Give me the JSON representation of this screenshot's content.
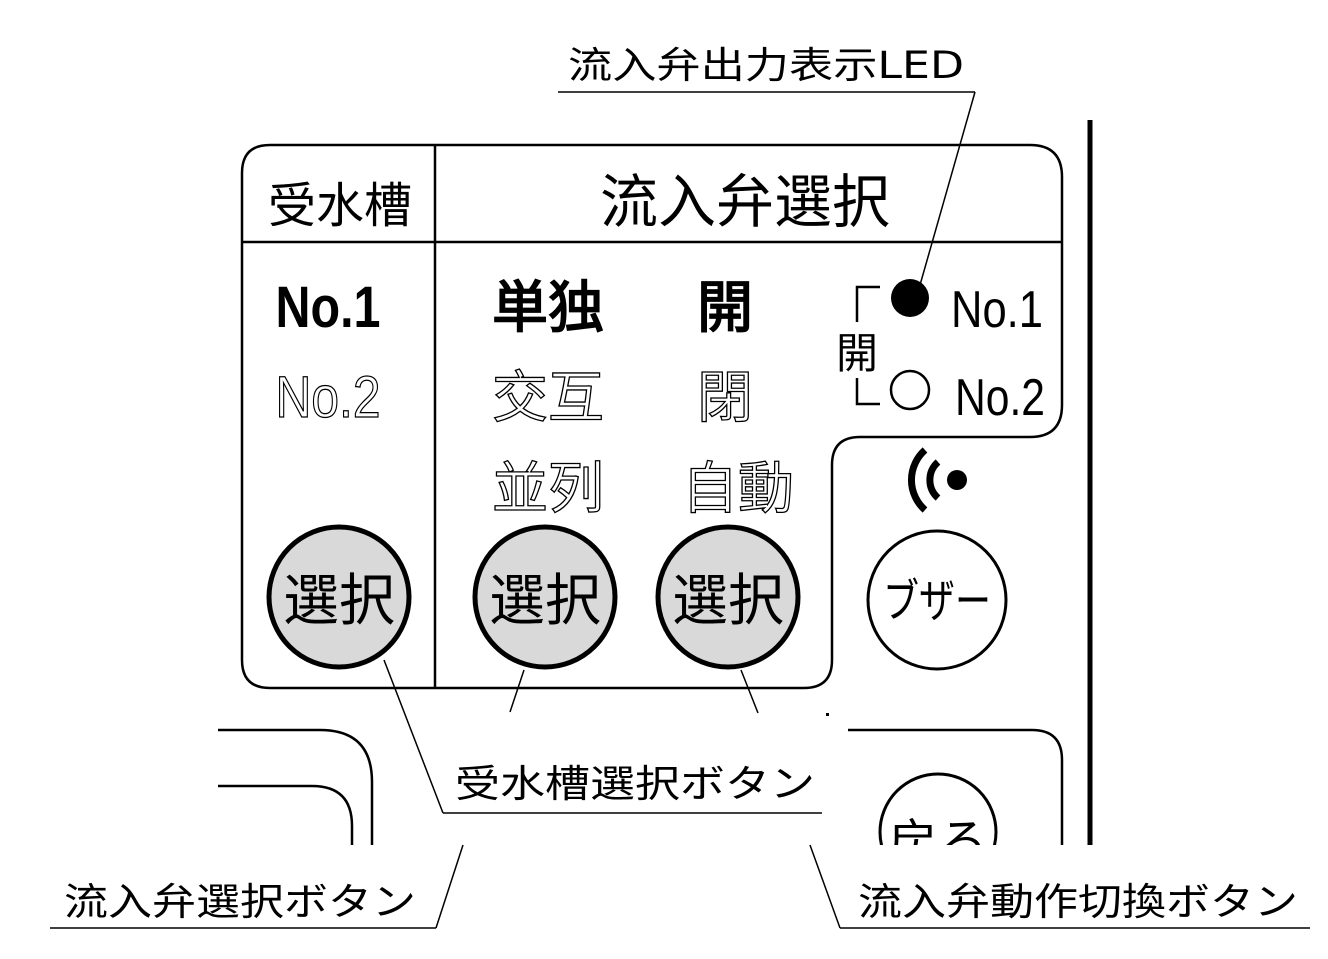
{
  "panel": {
    "tank_header": "受水槽",
    "valve_header": "流入弁選択",
    "tank_options": [
      {
        "label": "No.1",
        "active": true
      },
      {
        "label": "No.2",
        "active": false
      }
    ],
    "mode_options": [
      {
        "label": "単独",
        "active": true
      },
      {
        "label": "交互",
        "active": false
      },
      {
        "label": "並列",
        "active": false
      }
    ],
    "action_options": [
      {
        "label": "開",
        "active": true
      },
      {
        "label": "閉",
        "active": false
      },
      {
        "label": "自動",
        "active": false
      }
    ],
    "select_button_label": "選択",
    "led_group_label": "開",
    "leds": [
      {
        "label": "No.1",
        "lit": true
      },
      {
        "label": "No.2",
        "lit": false
      }
    ],
    "buzzer_label": "ブザー",
    "back_label": "戻る"
  },
  "callouts": {
    "led": "流入弁出力表示LED",
    "tank_select_button": "受水槽選択ボタン",
    "valve_select_button": "流入弁選択ボタン",
    "valve_action_button": "流入弁動作切換ボタン"
  },
  "colors": {
    "line": "#000000",
    "button_fill": "#d9d9d9",
    "background": "#ffffff"
  }
}
